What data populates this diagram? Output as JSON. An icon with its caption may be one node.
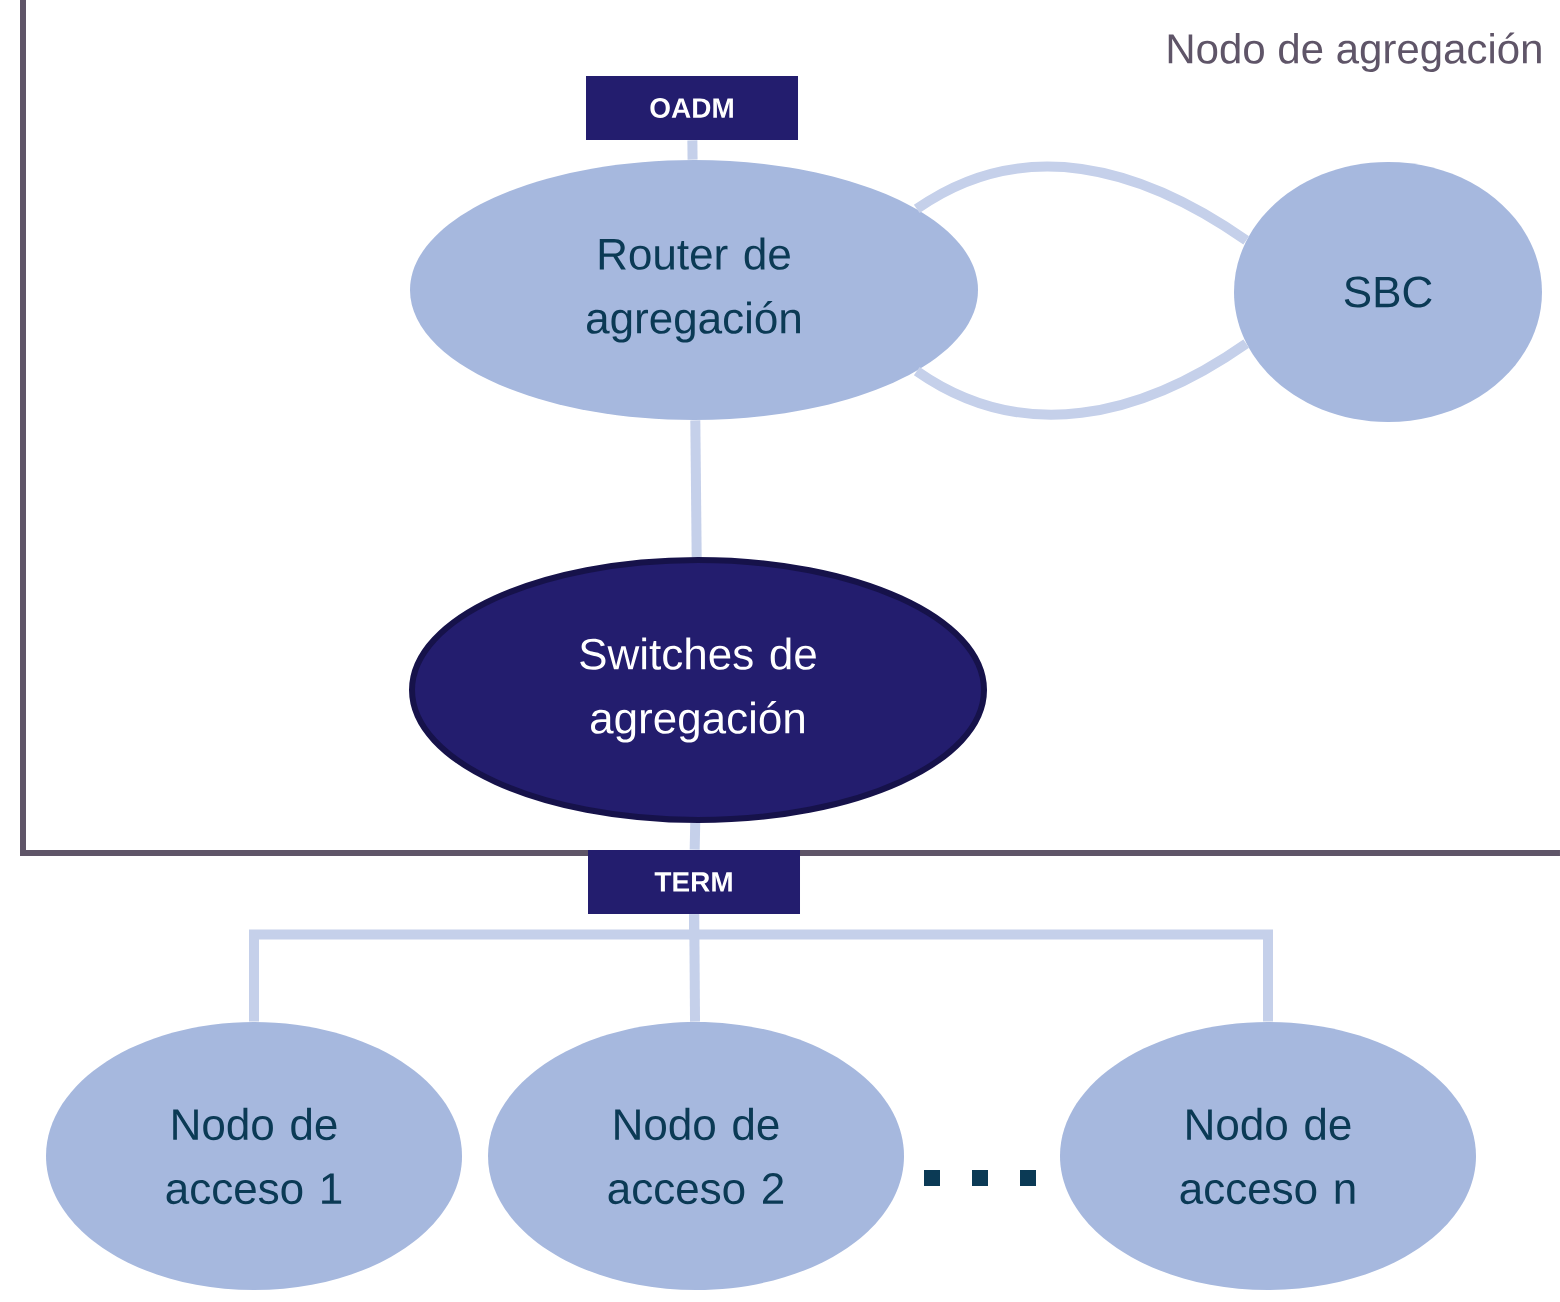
{
  "diagram": {
    "nodes": [
      {
        "text": [
          "Nodo de agregación"
        ]
      },
      {
        "text": [
          "OADM"
        ],
        "in": 0
      },
      {
        "text": [
          "Router de agregación"
        ],
        "in": 0
      },
      {
        "text": [
          "SBC"
        ],
        "in": 0
      },
      {
        "text": [
          "Switches de agregación"
        ],
        "in": 0
      },
      {
        "text": [
          "TERM"
        ]
      },
      {
        "text": [
          "Nodo de acceso 1"
        ]
      },
      {
        "text": [
          "Nodo de acceso 2"
        ]
      },
      {
        "text": [
          "Nodo de acceso n"
        ]
      }
    ],
    "edges": [
      {
        "from": 1,
        "to": 2,
        "arrow": "none"
      },
      {
        "from": 2,
        "to": 3,
        "arrow": "none"
      },
      {
        "from": 2,
        "to": 3,
        "arrow": "none"
      },
      {
        "from": 2,
        "to": 4,
        "arrow": "none"
      },
      {
        "from": 4,
        "to": 5,
        "arrow": "none"
      },
      {
        "from": 5,
        "to": 6,
        "arrow": "none"
      },
      {
        "from": 5,
        "to": 7,
        "arrow": "none"
      },
      {
        "from": 5,
        "to": 8,
        "arrow": "none"
      }
    ]
  }
}
